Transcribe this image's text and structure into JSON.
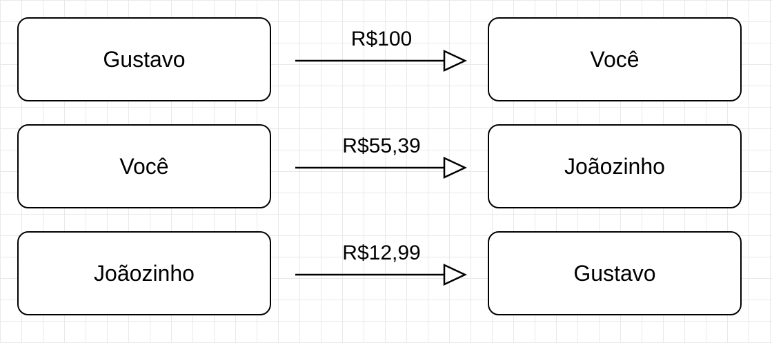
{
  "transfers": [
    {
      "from": "Gustavo",
      "amount": "R$100",
      "to": "Você"
    },
    {
      "from": "Você",
      "amount": "R$55,39",
      "to": "Joãozinho"
    },
    {
      "from": "Joãozinho",
      "amount": "R$12,99",
      "to": "Gustavo"
    }
  ],
  "colors": {
    "stroke": "#000000",
    "box_fill": "#ffffff",
    "grid": "#e9e9e9"
  }
}
